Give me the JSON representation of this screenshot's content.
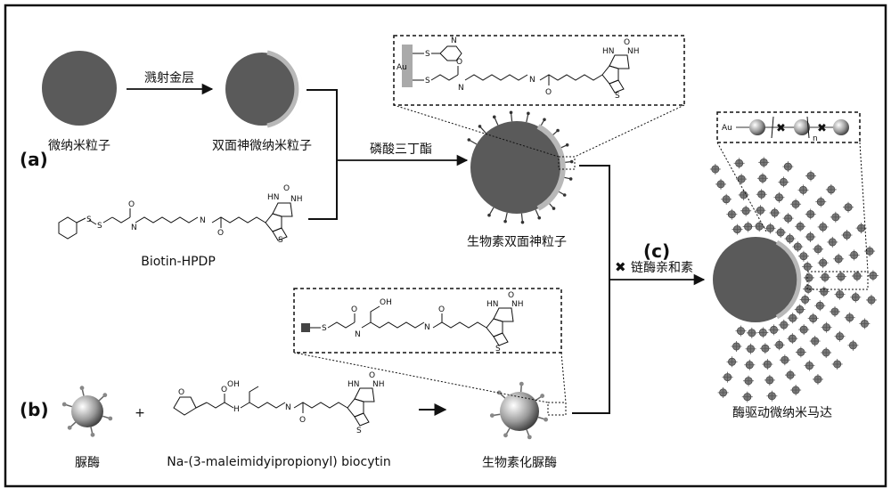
{
  "panels": {
    "a": "(a)",
    "b": "(b)",
    "c": "(c)"
  },
  "steps": {
    "sputter": "溅射金层",
    "tributylphosphine": "磷酸三丁酯",
    "streptavidin": "链酶亲和素"
  },
  "labels": {
    "micro_nano_particle": "微纳米粒子",
    "janus_particle": "双面神微纳米粒子",
    "biotin_janus_particle": "生物素双面神粒子",
    "urease": "脲酶",
    "biotinylated_urease": "生物素化脲酶",
    "enzyme_motor": "酶驱动微纳米马达",
    "biotin_hpdp": "Biotin-HPDP",
    "biocytin": "Na-(3-maleimidyipropionyl) biocytin",
    "plus": "+"
  },
  "chem": {
    "au": "Au",
    "s": "S",
    "n": "N",
    "h": "H",
    "o": "O",
    "nh": "NH",
    "hn": "HN",
    "oh": "OH",
    "hooc_n": "n"
  },
  "colors": {
    "particle": "#5a5a5a",
    "gold_cap": "#b8b8b8",
    "frame": "#111111",
    "accent_x": "#8a8a8a"
  }
}
